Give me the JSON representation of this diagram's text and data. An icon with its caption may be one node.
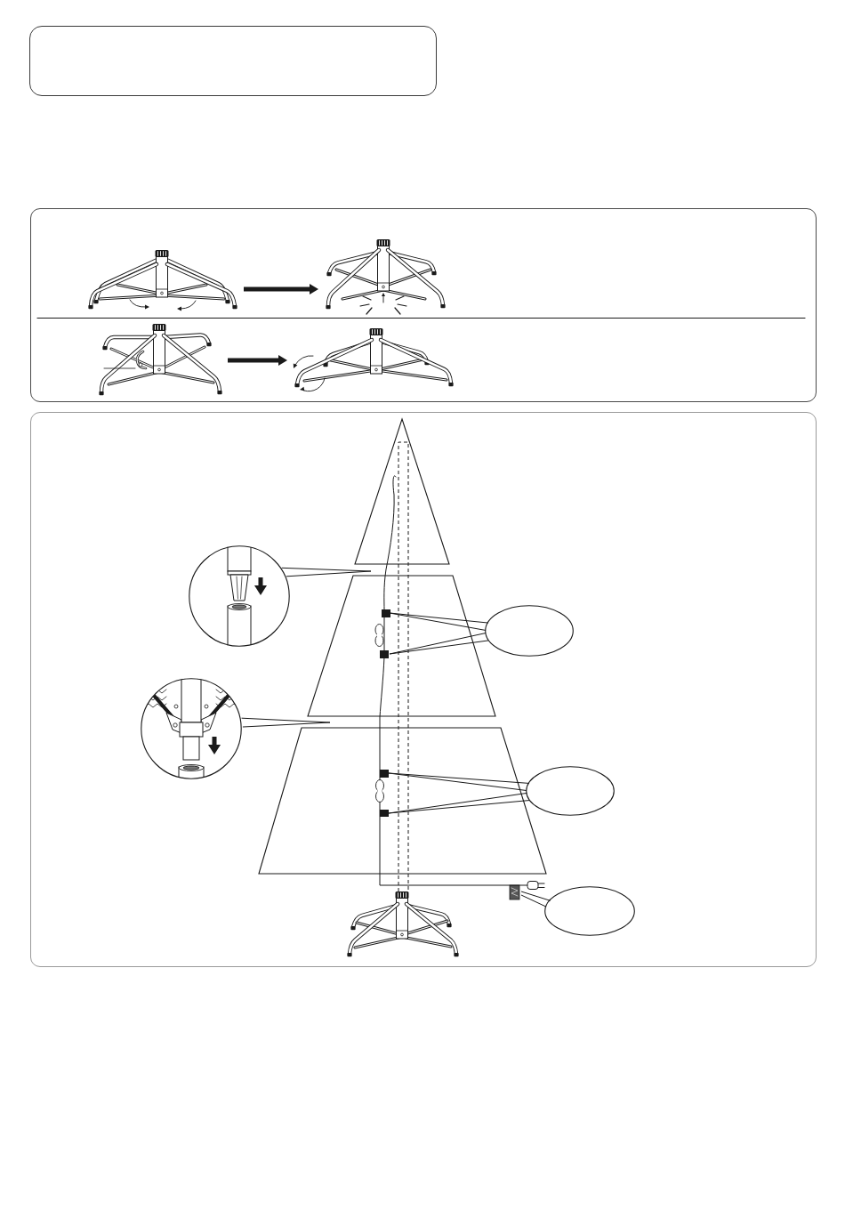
{
  "diagram": {
    "nodes": [
      {
        "text": [],
        "shape": "box"
      },
      {
        "text": [],
        "shape": "box"
      },
      {
        "text": [],
        "shape": "box"
      },
      {
        "text": [],
        "shape": "picture",
        "in": 1
      },
      {
        "text": [],
        "shape": "picture",
        "in": 1
      },
      {
        "text": [],
        "shape": "picture",
        "in": 1
      },
      {
        "text": [],
        "shape": "picture",
        "in": 1
      },
      {
        "text": [],
        "shape": "triangle",
        "in": 2
      },
      {
        "text": [],
        "shape": "picture",
        "in": 2
      },
      {
        "text": [],
        "shape": "trapezoid",
        "in": 2
      },
      {
        "text": [],
        "shape": "ellipse",
        "in": 2
      },
      {
        "text": [],
        "shape": "picture",
        "in": 2
      },
      {
        "text": [],
        "shape": "trapezoid",
        "in": 2
      },
      {
        "text": [],
        "shape": "ellipse",
        "in": 2
      },
      {
        "text": [],
        "shape": "picture",
        "in": 2
      },
      {
        "text": [],
        "shape": "tag",
        "in": 2
      },
      {
        "text": [],
        "shape": "ellipse",
        "in": 2
      }
    ],
    "edges": [
      {
        "from": 3,
        "to": 4,
        "arrow": "to",
        "style": "thick"
      },
      {
        "from": 5,
        "to": 6,
        "arrow": "to",
        "style": "thick"
      },
      {
        "from": 8,
        "to": null,
        "arrow": "none"
      },
      {
        "from": 11,
        "to": null,
        "arrow": "none"
      },
      {
        "from": 10,
        "to": null,
        "arrow": "none"
      },
      {
        "from": 10,
        "to": null,
        "arrow": "none"
      },
      {
        "from": 13,
        "to": null,
        "arrow": "none"
      },
      {
        "from": 13,
        "to": null,
        "arrow": "none"
      },
      {
        "from": 16,
        "to": 15,
        "arrow": "none"
      }
    ]
  }
}
